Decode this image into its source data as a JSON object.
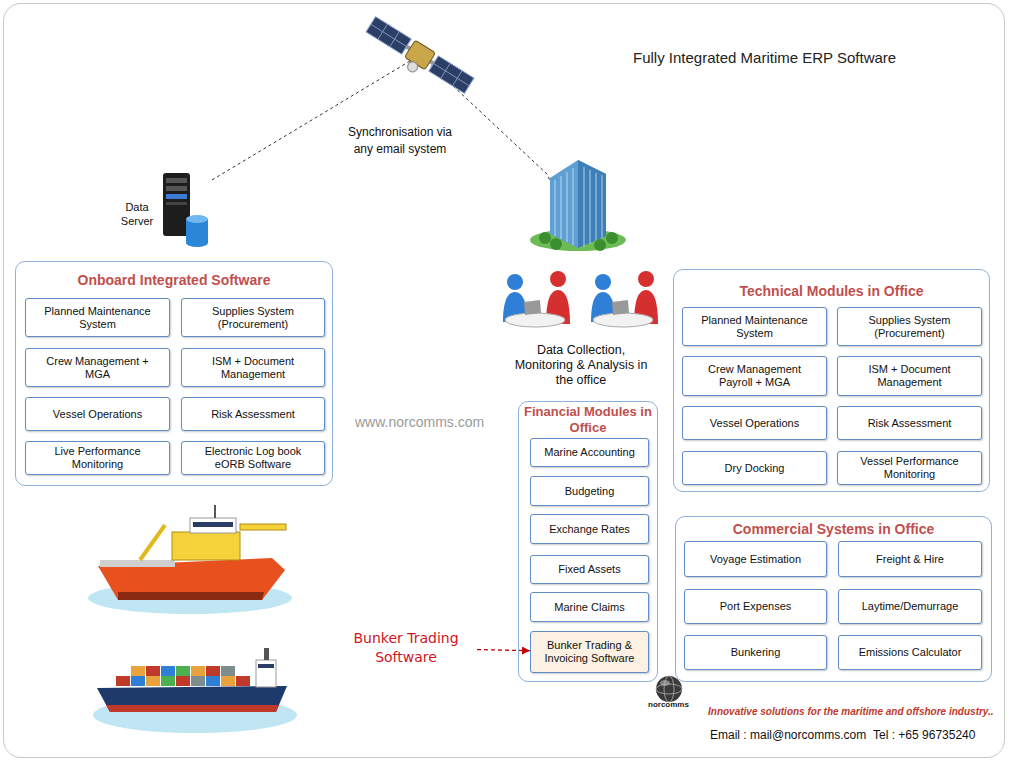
{
  "diagram": {
    "title": "Fully Integrated Maritime ERP Software",
    "nodes": [
      {
        "text": [
          "Data Server"
        ]
      },
      {
        "text": [
          "Onboard Integrated Software"
        ]
      },
      {
        "text": [
          "Planned Maintenance System"
        ],
        "in": 1
      },
      {
        "text": [
          "Supplies System (Procurement)"
        ],
        "in": 1
      },
      {
        "text": [
          "Crew Management + MGA"
        ],
        "in": 1
      },
      {
        "text": [
          "ISM + Document Management"
        ],
        "in": 1
      },
      {
        "text": [
          "Vessel Operations"
        ],
        "in": 1
      },
      {
        "text": [
          "Risk Assessment"
        ],
        "in": 1
      },
      {
        "text": [
          "Live Performance Monitoring"
        ],
        "in": 1
      },
      {
        "text": [
          "Electronic Log book eORB Software"
        ],
        "in": 1
      },
      {
        "text": [
          "Data Collection, Monitoring & Analysis in the office"
        ]
      },
      {
        "text": [
          "Technical Modules in Office"
        ]
      },
      {
        "text": [
          "Planned Maintenance System"
        ],
        "in": 11
      },
      {
        "text": [
          "Supplies System (Procurement)"
        ],
        "in": 11
      },
      {
        "text": [
          "Crew Management Payroll + MGA"
        ],
        "in": 11
      },
      {
        "text": [
          "ISM + Document Management"
        ],
        "in": 11
      },
      {
        "text": [
          "Vessel Operations"
        ],
        "in": 11
      },
      {
        "text": [
          "Risk Assessment"
        ],
        "in": 11
      },
      {
        "text": [
          "Dry Docking"
        ],
        "in": 11
      },
      {
        "text": [
          "Vessel Performance Monitoring"
        ],
        "in": 11
      },
      {
        "text": [
          "Financial Modules in Office"
        ]
      },
      {
        "text": [
          "Marine Accounting"
        ],
        "in": 20
      },
      {
        "text": [
          "Budgeting"
        ],
        "in": 20
      },
      {
        "text": [
          "Exchange Rates"
        ],
        "in": 20
      },
      {
        "text": [
          "Fixed Assets"
        ],
        "in": 20
      },
      {
        "text": [
          "Marine Claims"
        ],
        "in": 20
      },
      {
        "text": [
          "Bunker Trading & Invoicing Software"
        ],
        "in": 20
      },
      {
        "text": [
          "Commercial Systems in Office"
        ]
      },
      {
        "text": [
          "Voyage Estimation"
        ],
        "in": 27
      },
      {
        "text": [
          "Freight & Hire"
        ],
        "in": 27
      },
      {
        "text": [
          "Port Expenses"
        ],
        "in": 27
      },
      {
        "text": [
          "Laytime/Demurrage"
        ],
        "in": 27
      },
      {
        "text": [
          "Bunkering"
        ],
        "in": 27
      },
      {
        "text": [
          "Emissions Calculator"
        ],
        "in": 27
      },
      {
        "text": [
          "Bunker Trading Software"
        ]
      }
    ],
    "edges": [
      {
        "from": 0,
        "to": 10,
        "label": "Synchronisation via any email system",
        "arrow": "none"
      },
      {
        "from": 34,
        "to": 26,
        "arrow": "to"
      }
    ],
    "labels": [
      "www.norcomms.com",
      "norcomms",
      "Innovative solutions for the maritime and offshore industry..",
      "Email : mail@norcomms.com",
      "Tel : +65 96735240"
    ]
  }
}
